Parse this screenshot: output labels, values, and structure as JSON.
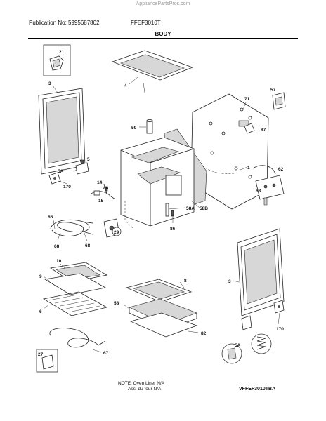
{
  "header": {
    "watermark": "AppliancePartsPros.com",
    "publication": "Publication No: 5995687802",
    "model": "FFEF3010T",
    "section": "BODY"
  },
  "footer": {
    "note_line1": "NOTE: Oven Liner N/A",
    "note_line2": "Ass. du four N/A",
    "diagram_id": "VFFEF3010TBA"
  },
  "callouts": {
    "p21": "21",
    "p3a": "3",
    "p4": "4",
    "p71": "71",
    "p57": "57",
    "p87": "87",
    "p59": "59",
    "p5": "5",
    "p5a": "5A",
    "p170a": "170",
    "p14": "14",
    "p86a": "86",
    "p15": "15",
    "p62": "62",
    "p63": "63",
    "p1": "1",
    "p66": "66",
    "p68a": "68",
    "p68b": "68",
    "p29": "29",
    "p86b": "86",
    "p58a": "58A",
    "p58b": "58B",
    "p10": "10",
    "p9": "9",
    "p6": "6",
    "p8": "8",
    "p58": "58",
    "p82": "82",
    "p3b": "3",
    "p27": "27",
    "p67": "67",
    "p5a2": "5A",
    "p170b": "170"
  },
  "colors": {
    "line": "#222222",
    "shade": "#d7d7d7",
    "background": "#ffffff"
  }
}
